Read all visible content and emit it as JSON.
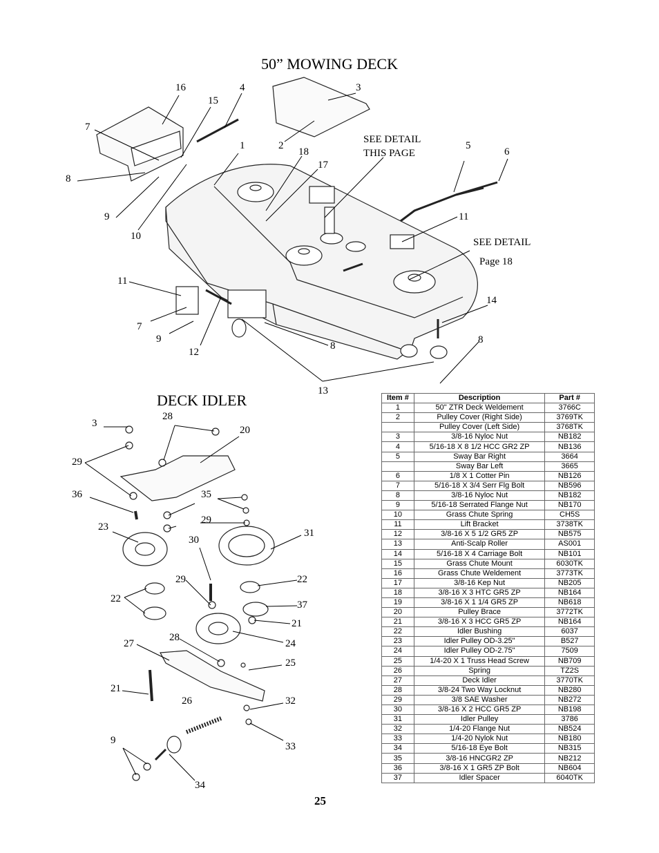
{
  "titles": {
    "deck": "50” MOWING DECK",
    "idler": "DECK IDLER"
  },
  "notes": {
    "see_detail_this_page": "SEE DETAIL\nTHIS PAGE",
    "see_detail": "SEE DETAIL",
    "page_18": "Page 18"
  },
  "page_number": "25",
  "deck_callouts": [
    "16",
    "4",
    "3",
    "15",
    "7",
    "2",
    "18",
    "1",
    "17",
    "8",
    "9",
    "10",
    "5",
    "6",
    "11",
    "11",
    "7",
    "9",
    "12",
    "8",
    "13",
    "14",
    "8"
  ],
  "idler_callouts": [
    "3",
    "28",
    "20",
    "29",
    "36",
    "35",
    "23",
    "29",
    "31",
    "30",
    "29",
    "22",
    "22",
    "37",
    "21",
    "27",
    "28",
    "24",
    "25",
    "21",
    "26",
    "32",
    "9",
    "33",
    "34"
  ],
  "parts_table": {
    "headers": [
      "Item #",
      "Description",
      "Part #"
    ],
    "rows": [
      [
        "1",
        "50\" ZTR Deck Weldement",
        "3766C"
      ],
      [
        "2",
        "Pulley Cover (Right Side)",
        "3769TK"
      ],
      [
        "",
        "Pulley Cover (Left Side)",
        "3768TK"
      ],
      [
        "3",
        "3/8-16 Nyloc Nut",
        "NB182"
      ],
      [
        "4",
        "5/16-18 X 8 1/2 HCC GR2 ZP",
        "NB136"
      ],
      [
        "5",
        "Sway Bar Right",
        "3664"
      ],
      [
        "",
        "Sway Bar Left",
        "3665"
      ],
      [
        "6",
        "1/8 X 1 Cotter Pin",
        "NB126"
      ],
      [
        "7",
        "5/16-18 X 3/4 Serr Flg Bolt",
        "NB596"
      ],
      [
        "8",
        "3/8-16 Nyloc Nut",
        "NB182"
      ],
      [
        "9",
        "5/16-18 Serrated Flange Nut",
        "NB170"
      ],
      [
        "10",
        "Grass Chute Spring",
        "CH5S"
      ],
      [
        "11",
        "Lift Bracket",
        "3738TK"
      ],
      [
        "12",
        "3/8-16 X 5 1/2 GR5 ZP",
        "NB575"
      ],
      [
        "13",
        "Anti-Scalp Roller",
        "AS001"
      ],
      [
        "14",
        "5/16-18 X 4 Carriage Bolt",
        "NB101"
      ],
      [
        "15",
        "Grass Chute Mount",
        "6030TK"
      ],
      [
        "16",
        "Grass Chute Weldement",
        "3773TK"
      ],
      [
        "17",
        "3/8-16 Kep Nut",
        "NB205"
      ],
      [
        "18",
        "3/8-16 X 3 HTC GR5 ZP",
        "NB164"
      ],
      [
        "19",
        "3/8-16 X 1 1/4 GR5 ZP",
        "NB618"
      ],
      [
        "20",
        "Pulley Brace",
        "3772TK"
      ],
      [
        "21",
        "3/8-16 X 3 HCC GR5 ZP",
        "NB164"
      ],
      [
        "22",
        "Idler Bushing",
        "6037"
      ],
      [
        "23",
        "Idler Pulley OD-3.25\"",
        "B527"
      ],
      [
        "24",
        "Idler Pulley OD-2.75\"",
        "7509"
      ],
      [
        "25",
        "1/4-20 X 1 Truss Head Screw",
        "NB709"
      ],
      [
        "26",
        "Spring",
        "TZ2S"
      ],
      [
        "27",
        "Deck Idler",
        "3770TK"
      ],
      [
        "28",
        "3/8-24 Two Way Locknut",
        "NB280"
      ],
      [
        "29",
        "3/8 SAE Washer",
        "NB272"
      ],
      [
        "30",
        "3/8-16 X 2 HCC GR5 ZP",
        "NB198"
      ],
      [
        "31",
        "Idler Pulley",
        "3786"
      ],
      [
        "32",
        "1/4-20 Flange Nut",
        "NB524"
      ],
      [
        "33",
        "1/4-20 Nylok Nut",
        "NB180"
      ],
      [
        "34",
        "5/16-18 Eye Bolt",
        "NB315"
      ],
      [
        "35",
        "3/8-16 HNCGR2 ZP",
        "NB212"
      ],
      [
        "36",
        "3/8-16 X 1 GR5 ZP Bolt",
        "NB604"
      ],
      [
        "37",
        "Idler Spacer",
        "6040TK"
      ]
    ]
  }
}
